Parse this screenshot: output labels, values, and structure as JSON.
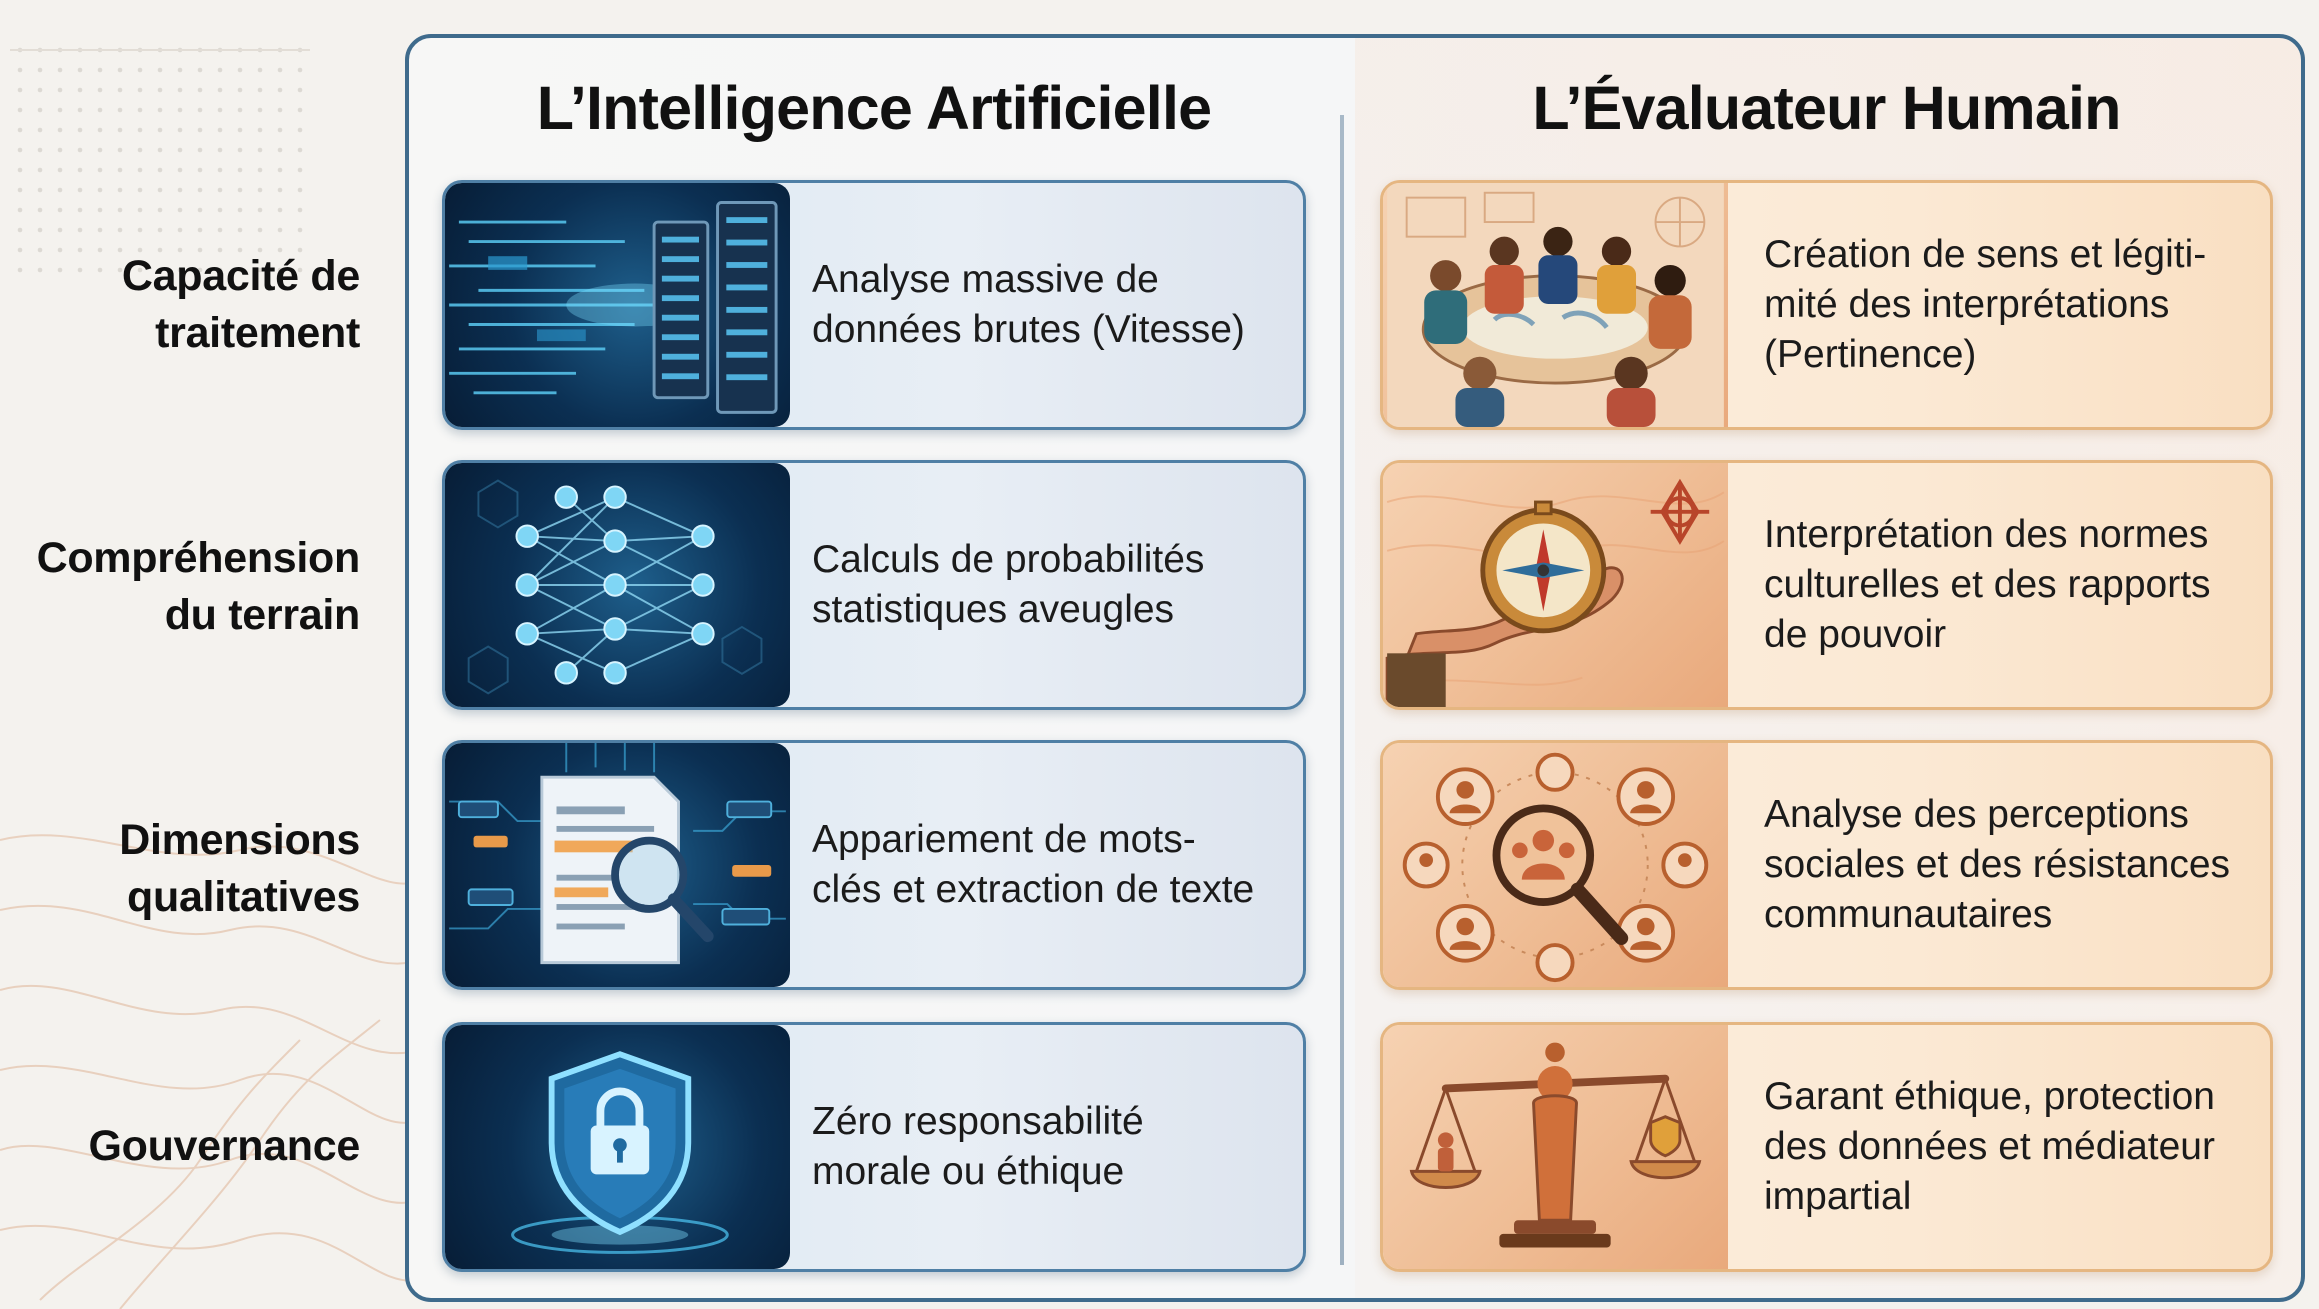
{
  "columns": {
    "ai_title": "L’Intelligence Artificielle",
    "human_title": "L’Évaluateur Humain"
  },
  "rows": [
    {
      "label_lines": [
        "Capacité de",
        "traitement"
      ],
      "ai_text": "Analyse massive de\ndonnées brutes (Vitesse)",
      "ai_icon": "server-data-stream-icon",
      "human_text": "Création de sens et légiti-\nmité des interprétations\n(Pertinence)",
      "human_icon": "meeting-table-map-icon"
    },
    {
      "label_lines": [
        "Compréhension",
        "du terrain"
      ],
      "ai_text": "Calculs de probabilités\nstatistiques aveugles",
      "ai_icon": "neural-network-icon",
      "human_text": "Interprétation des normes\nculturelles et des rapports\nde pouvoir",
      "human_icon": "hand-compass-icon"
    },
    {
      "label_lines": [
        "Dimensions",
        "qualitatives"
      ],
      "ai_text": "Appariement de mots-\nclés et extraction de texte",
      "ai_icon": "document-magnifier-icon",
      "human_text": "Analyse des perceptions\nsociales et des résistances\ncommunautaires",
      "human_icon": "community-magnifier-icon"
    },
    {
      "label_lines": [
        "Gouvernance"
      ],
      "ai_text": "Zéro responsabilité\nmorale ou éthique",
      "ai_icon": "shield-lock-icon",
      "human_text": "Garant éthique, protection\ndes données et médiateur\nimpartial",
      "human_icon": "scales-of-justice-icon"
    }
  ],
  "colors": {
    "ai_border": "#4f7fa5",
    "human_border": "#e5b681",
    "frame_border": "#3f6b8c"
  }
}
